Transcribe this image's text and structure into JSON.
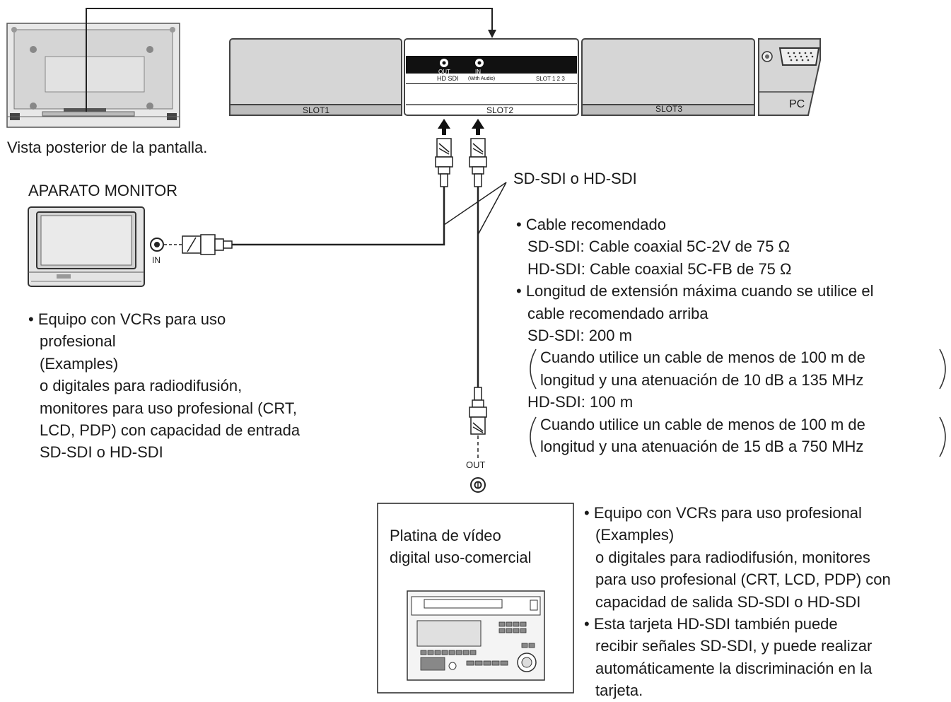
{
  "display_rear": {
    "caption": "Vista posterior de la pantalla."
  },
  "slots": {
    "slot1": "SLOT1",
    "slot2": "SLOT2",
    "slot3": "SLOT3",
    "pc": "PC",
    "sdi_out": "OUT",
    "sdi_in": "IN",
    "hd_sdi": "HD  SDI",
    "with_audio": "(With Audio)",
    "slot_ind": "SLOT 1 2 3"
  },
  "monitor": {
    "title": "APARATO MONITOR",
    "in_label": "IN"
  },
  "cable_label": "SD-SDI o HD-SDI",
  "left_notes": [
    "• Equipo con VCRs para uso",
    "profesional",
    "(Examples)",
    "o digitales para radiodifusión,",
    "monitores para uso profesional (CRT,",
    "LCD, PDP) con capacidad de entrada",
    "SD-SDI o HD-SDI"
  ],
  "cable_notes": {
    "lines_a": [
      "• Cable recomendado",
      "SD-SDI: Cable coaxial 5C-2V de 75 Ω",
      "HD-SDI: Cable coaxial 5C-FB de 75 Ω",
      "• Longitud de extensión máxima cuando se utilice el",
      "cable recomendado arriba",
      "SD-SDI: 200 m"
    ],
    "paren1": [
      "Cuando utilice un cable de menos de 100 m de",
      "longitud y una atenuación de 10 dB a 135 MHz"
    ],
    "hd_len": "HD-SDI: 100 m",
    "paren2": [
      "Cuando utilice un cable de menos de 100 m de",
      "longitud y una atenuación de 15 dB a 750 MHz"
    ]
  },
  "out_label": "OUT",
  "deck": {
    "title_lines": [
      "Platina de vídeo",
      "digital uso-comercial"
    ]
  },
  "right_notes": [
    "• Equipo con VCRs para uso profesional",
    "(Examples)",
    "o digitales para radiodifusión, monitores",
    "para uso profesional (CRT, LCD, PDP) con",
    "capacidad de salida SD-SDI o HD-SDI",
    "• Esta tarjeta HD-SDI también puede",
    "recibir señales SD-SDI, y puede realizar",
    "automáticamente la discriminación en la",
    "tarjeta."
  ]
}
